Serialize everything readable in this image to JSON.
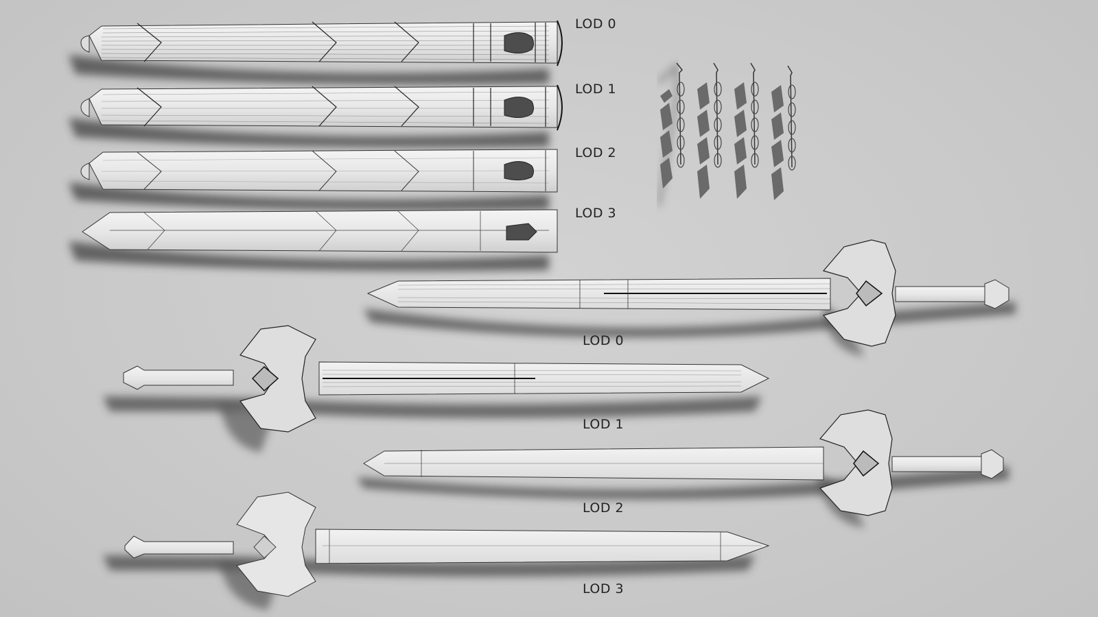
{
  "scabbard_labels": [
    "LOD 0",
    "LOD 1",
    "LOD 2",
    "LOD 3"
  ],
  "sword_labels": [
    "LOD 0",
    "LOD 1",
    "LOD 2",
    "LOD 3"
  ],
  "colors": {
    "background": "#cbcbcb",
    "model_fill": "#e9e9e9",
    "wire": "#2a2a2a",
    "shadow": "#5c5c5c",
    "label": "#222222"
  }
}
